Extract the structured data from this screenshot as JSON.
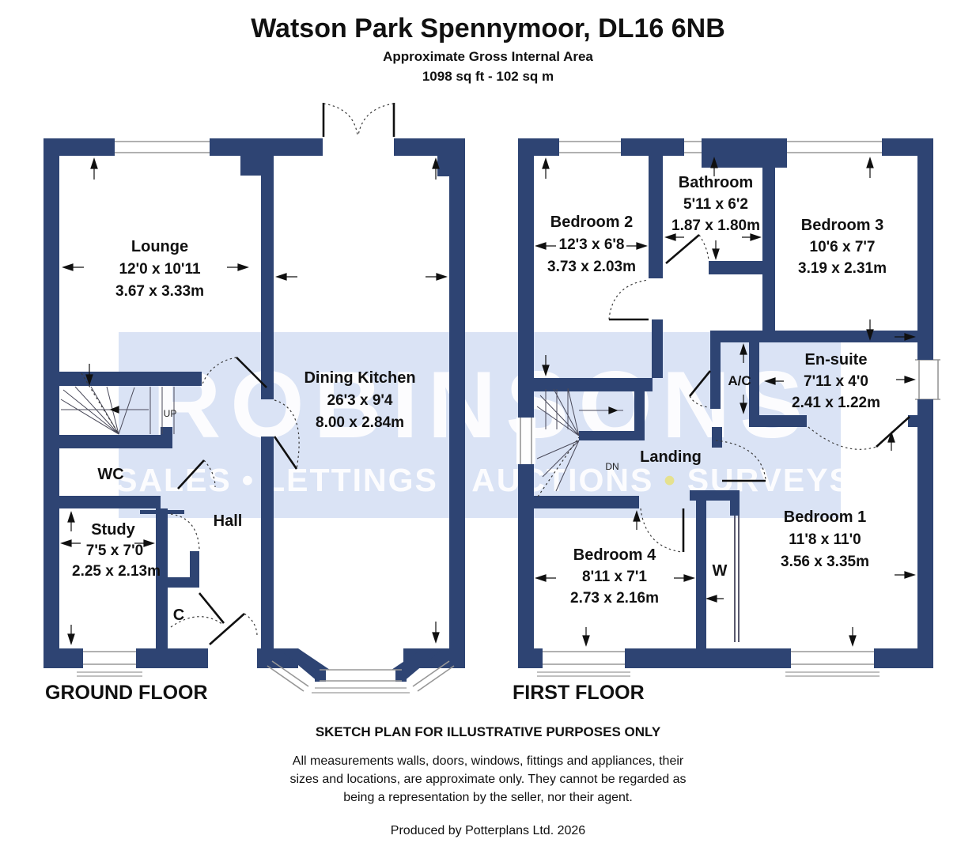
{
  "header": {
    "title": "Watson Park Spennymoor, DL16 6NB",
    "subtitle": "Approximate Gross Internal Area",
    "area": "1098 sq ft - 102 sq m"
  },
  "watermark": {
    "brand": "ROBINSONS",
    "tagline": [
      "SALES",
      "LETTINGS",
      "AUCTIONS",
      "SURVEYS"
    ],
    "separator": "•"
  },
  "colors": {
    "wall": "#2e4473",
    "band": "#dae3f5",
    "watermark_text": "#ffffff",
    "accent_dot": "#e6e187",
    "ink": "#111111"
  },
  "ground_floor": {
    "label": "GROUND FLOOR",
    "stairs_label": "UP",
    "rooms": {
      "lounge": {
        "name": "Lounge",
        "dims_ft": "12'0 x 10'11",
        "dims_m": "3.67 x 3.33m"
      },
      "dining_kitchen": {
        "name": "Dining Kitchen",
        "dims_ft": "26'3 x 9'4",
        "dims_m": "8.00 x 2.84m"
      },
      "wc": {
        "name": "WC"
      },
      "study": {
        "name": "Study",
        "dims_ft": "7'5 x 7'0",
        "dims_m": "2.25 x 2.13m"
      },
      "hall": {
        "name": "Hall"
      },
      "cupboard": {
        "name": "C"
      }
    }
  },
  "first_floor": {
    "label": "FIRST FLOOR",
    "stairs_label": "DN",
    "rooms": {
      "bedroom2": {
        "name": "Bedroom 2",
        "dims_ft": "12'3 x 6'8",
        "dims_m": "3.73 x 2.03m"
      },
      "bathroom": {
        "name": "Bathroom",
        "dims_ft": "5'11 x 6'2",
        "dims_m": "1.87 x 1.80m"
      },
      "bedroom3": {
        "name": "Bedroom 3",
        "dims_ft": "10'6 x 7'7",
        "dims_m": "3.19 x 2.31m"
      },
      "ensuite": {
        "name": "En-suite",
        "dims_ft": "7'11 x 4'0",
        "dims_m": "2.41 x 1.22m"
      },
      "ac": {
        "name": "A/C"
      },
      "landing": {
        "name": "Landing"
      },
      "bedroom4": {
        "name": "Bedroom 4",
        "dims_ft": "8'11 x 7'1",
        "dims_m": "2.73 x 2.16m"
      },
      "wardrobe": {
        "name": "W"
      },
      "bedroom1": {
        "name": "Bedroom 1",
        "dims_ft": "11'8 x 11'0",
        "dims_m": "3.56 x 3.35m"
      }
    }
  },
  "footer": {
    "sketch_note": "SKETCH PLAN FOR ILLUSTRATIVE PURPOSES ONLY",
    "disclaimer_lines": [
      "All measurements walls, doors, windows, fittings and appliances, their",
      "sizes and locations, are approximate only. They cannot be regarded as",
      "being a representation by the seller, nor their agent."
    ],
    "produced_by": "Produced by Potterplans Ltd. 2026"
  }
}
